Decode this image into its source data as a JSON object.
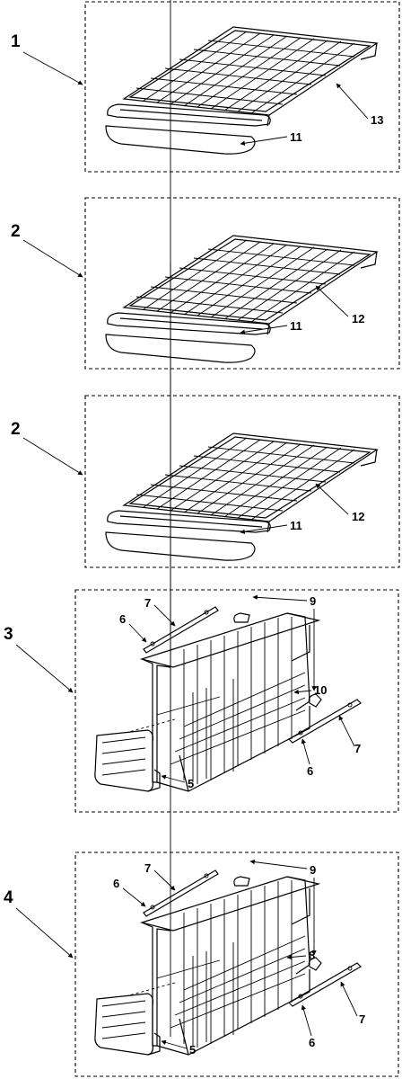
{
  "groups": [
    {
      "number": "1",
      "callouts": [
        "13",
        "11"
      ]
    },
    {
      "number": "2",
      "callouts": [
        "12",
        "11"
      ]
    },
    {
      "number": "2",
      "callouts": [
        "12",
        "11"
      ]
    },
    {
      "number": "3",
      "callouts": [
        "9",
        "7",
        "6",
        "10",
        "7",
        "6",
        "5"
      ]
    },
    {
      "number": "4",
      "callouts": [
        "9",
        "7",
        "6",
        "8",
        "7",
        "6",
        "5"
      ]
    }
  ]
}
